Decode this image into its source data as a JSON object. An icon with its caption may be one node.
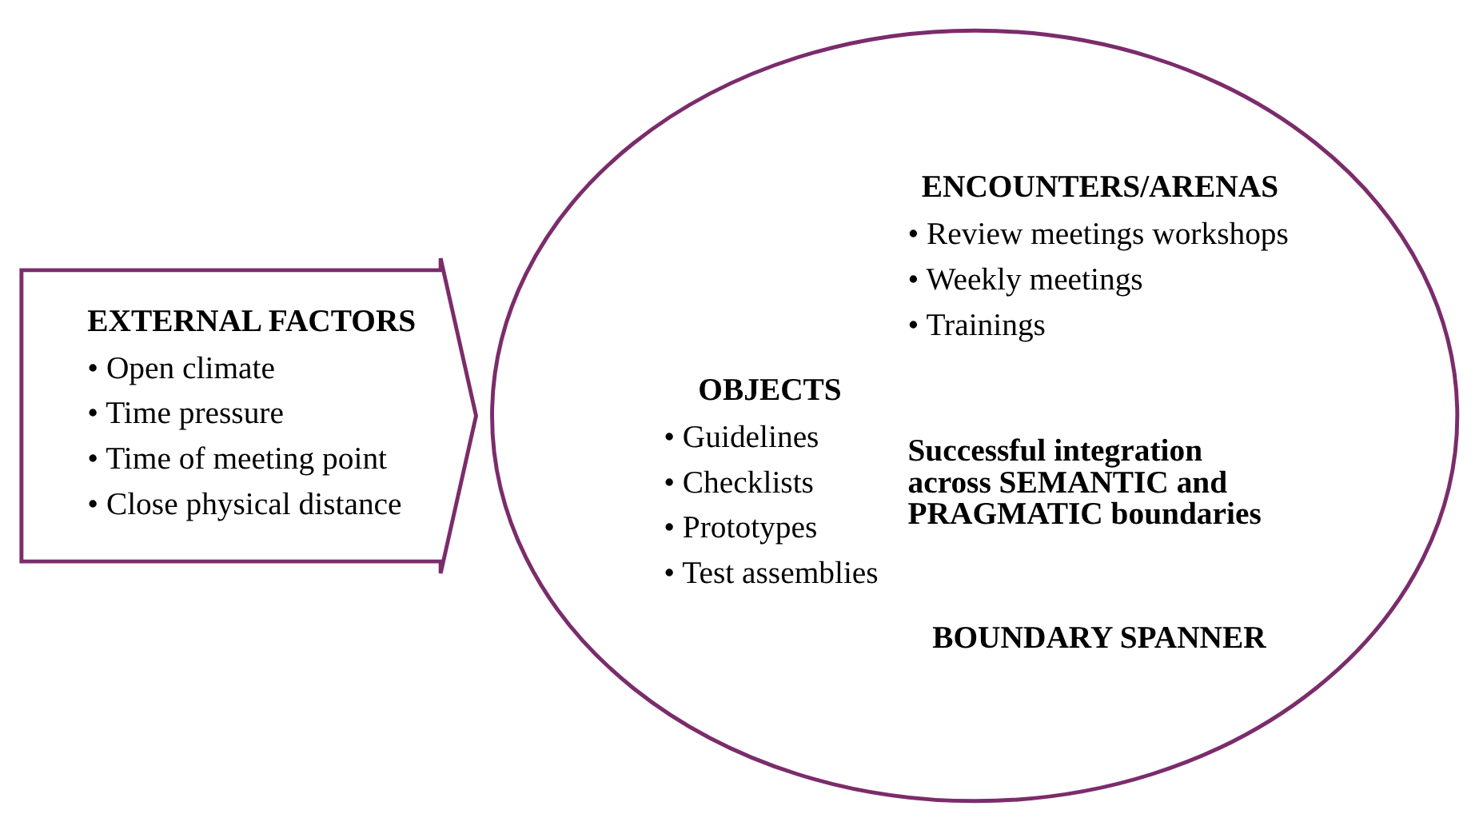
{
  "diagram": {
    "nodes": [
      {
        "text": [
          "EXTERNAL FACTORS",
          "• Open climate",
          "• Time pressure",
          "• Time of meeting point",
          "• Close physical distance"
        ]
      },
      {
        "text": [
          "ENCOUNTERS/ARENAS",
          "• Review meetings workshops",
          "• Weekly meetings",
          "• Trainings",
          "OBJECTS",
          "• Guidelines",
          "• Checklists",
          "• Prototypes",
          "• Test assemblies",
          "Successful integration across SEMANTIC and PRAGMATIC boundaries",
          "BOUNDARY SPANNER"
        ]
      }
    ],
    "edges": []
  }
}
